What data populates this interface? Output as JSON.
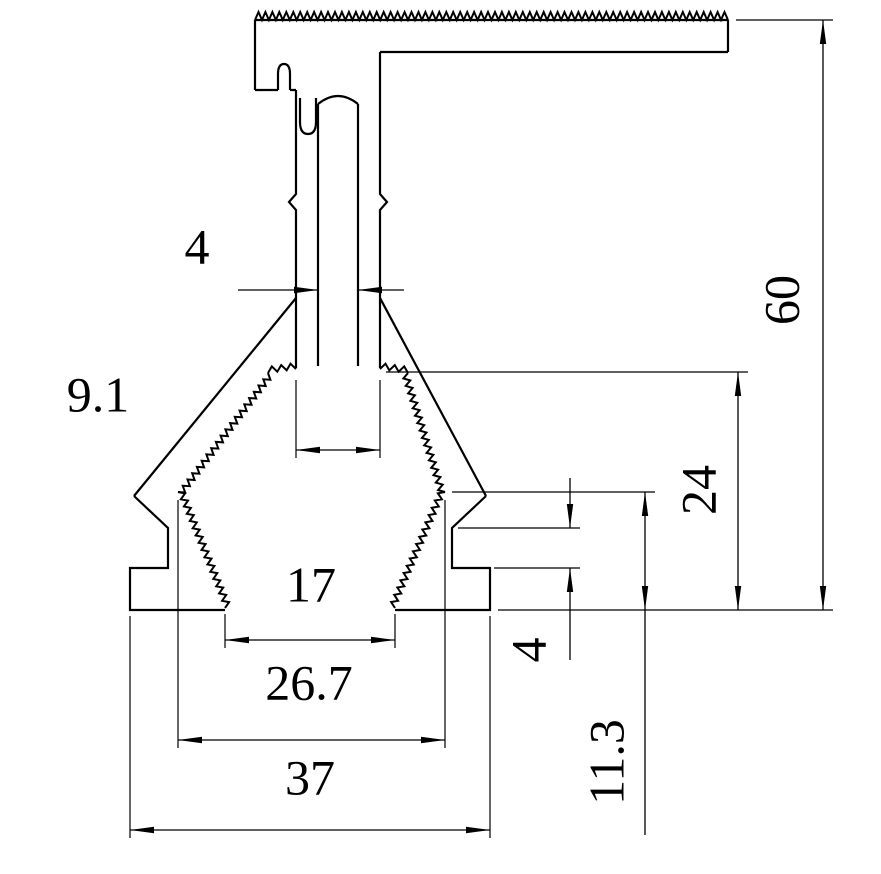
{
  "drawing": {
    "type": "technical-cross-section",
    "colors": {
      "line": "#000000",
      "background": "#ffffff"
    },
    "dimensions": {
      "stem_width": "4",
      "inner_gap_width": "9.1",
      "bottom_opening": "17",
      "serrated_width": "26.7",
      "base_width": "37",
      "overall_height": "60",
      "lower_section_height": "24",
      "foot_step_height": "4",
      "foot_height": "11.3"
    }
  }
}
